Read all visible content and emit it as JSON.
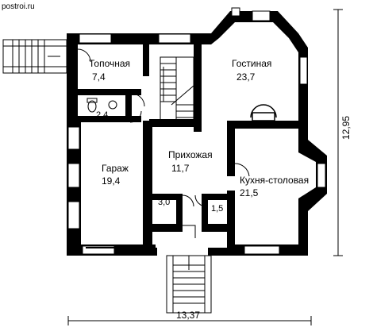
{
  "site": "postroi.ru",
  "rooms": [
    {
      "name": "Топочная",
      "area": "7,4"
    },
    {
      "name": "Гостиная",
      "area": "23,7"
    },
    {
      "name": "",
      "area": "2,4"
    },
    {
      "name": "Гараж",
      "area": "19,4"
    },
    {
      "name": "Прихожая",
      "area": "11,7"
    },
    {
      "name": "Кухня-столовая",
      "area": "21,5"
    },
    {
      "name": "",
      "area": "3,0"
    },
    {
      "name": "",
      "area": "1,5"
    }
  ],
  "dimensions": {
    "width": "13,37",
    "height": "12,95"
  }
}
